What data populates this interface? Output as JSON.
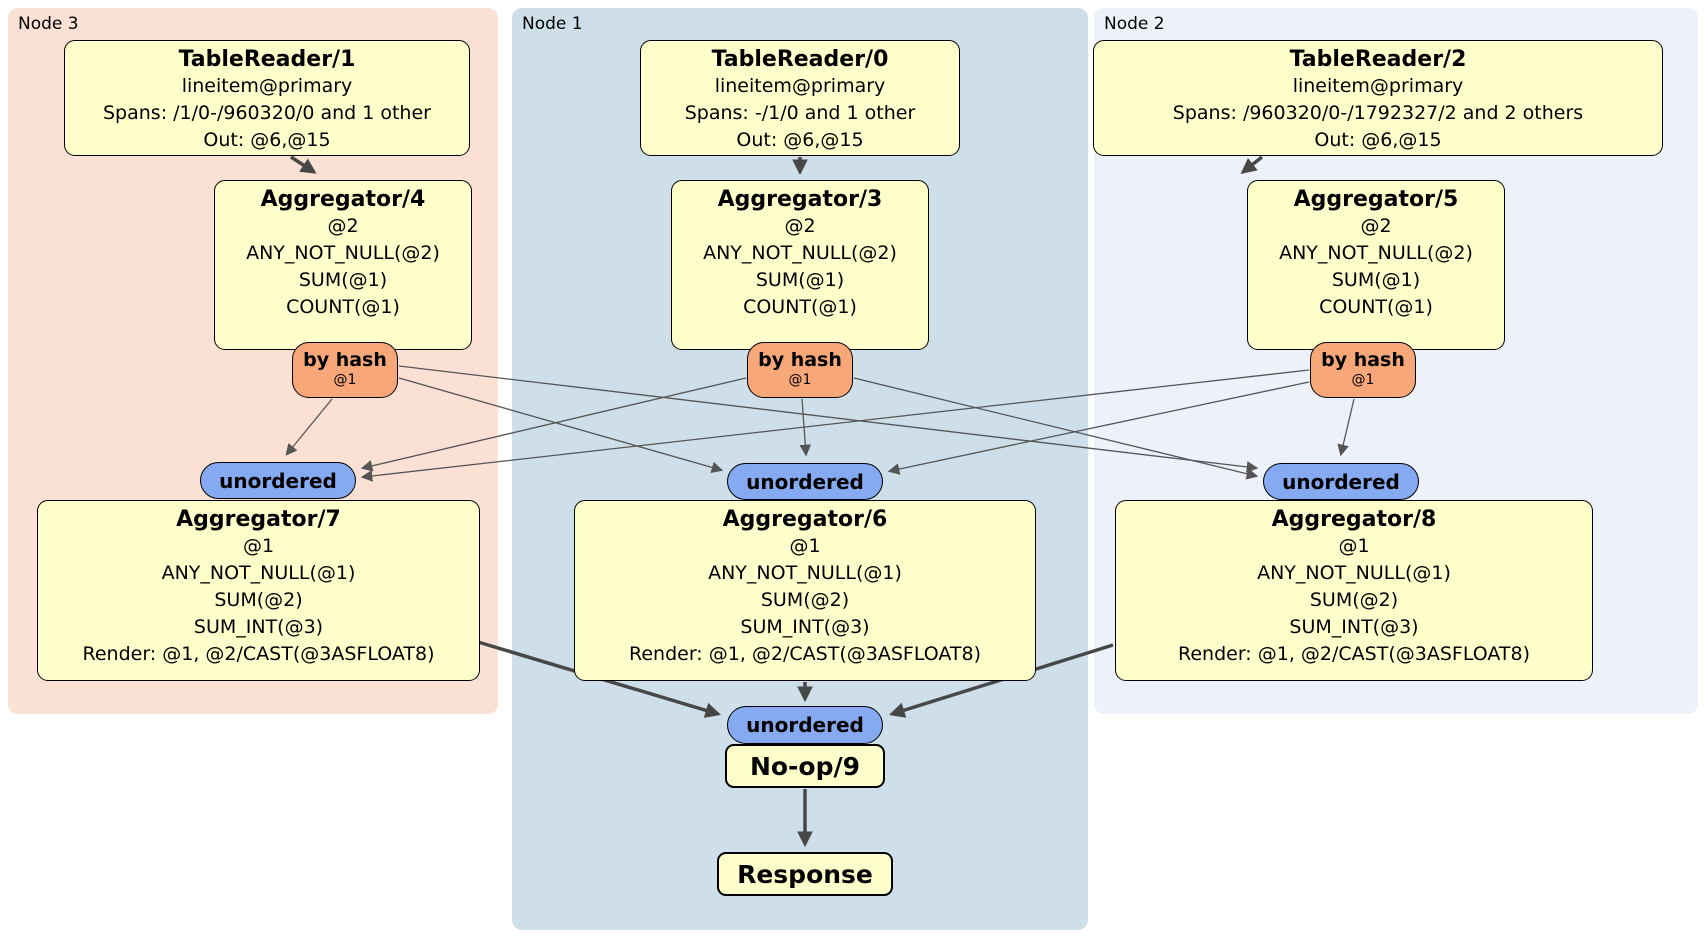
{
  "colors": {
    "node3_bg": "#fbe1d3",
    "node1_bg": "#cfdfe9",
    "node2_bg": "#edf2fa",
    "box_fill": "#ffffcc",
    "router_fill": "#f7a778",
    "sync_fill": "#85aaf2",
    "edge": "#4d4d4d"
  },
  "clusters": {
    "node3": {
      "label": "Node 3"
    },
    "node1": {
      "label": "Node 1"
    },
    "node2": {
      "label": "Node 2"
    }
  },
  "processors": {
    "tr1": {
      "title": "TableReader/1",
      "lines": [
        "lineitem@primary",
        "Spans: /1/0-/960320/0 and 1 other",
        "Out: @6,@15"
      ]
    },
    "tr0": {
      "title": "TableReader/0",
      "lines": [
        "lineitem@primary",
        "Spans: -/1/0 and 1 other",
        "Out: @6,@15"
      ]
    },
    "tr2": {
      "title": "TableReader/2",
      "lines": [
        "lineitem@primary",
        "Spans: /960320/0-/1792327/2 and 2 others",
        "Out: @6,@15"
      ]
    },
    "agg4": {
      "title": "Aggregator/4",
      "lines": [
        "@2",
        "ANY_NOT_NULL(@2)",
        "SUM(@1)",
        "COUNT(@1)"
      ]
    },
    "agg3": {
      "title": "Aggregator/3",
      "lines": [
        "@2",
        "ANY_NOT_NULL(@2)",
        "SUM(@1)",
        "COUNT(@1)"
      ]
    },
    "agg5": {
      "title": "Aggregator/5",
      "lines": [
        "@2",
        "ANY_NOT_NULL(@2)",
        "SUM(@1)",
        "COUNT(@1)"
      ]
    },
    "agg7": {
      "title": "Aggregator/7",
      "lines": [
        "@1",
        "ANY_NOT_NULL(@1)",
        "SUM(@2)",
        "SUM_INT(@3)",
        "Render: @1, @2/CAST(@3ASFLOAT8)"
      ]
    },
    "agg6": {
      "title": "Aggregator/6",
      "lines": [
        "@1",
        "ANY_NOT_NULL(@1)",
        "SUM(@2)",
        "SUM_INT(@3)",
        "Render: @1, @2/CAST(@3ASFLOAT8)"
      ]
    },
    "agg8": {
      "title": "Aggregator/8",
      "lines": [
        "@1",
        "ANY_NOT_NULL(@1)",
        "SUM(@2)",
        "SUM_INT(@3)",
        "Render: @1, @2/CAST(@3ASFLOAT8)"
      ]
    },
    "noop9": {
      "title": "No-op/9"
    },
    "response": {
      "title": "Response"
    }
  },
  "routers": {
    "hash4": {
      "label": "by hash",
      "detail": "@1"
    },
    "hash3": {
      "label": "by hash",
      "detail": "@1"
    },
    "hash5": {
      "label": "by hash",
      "detail": "@1"
    }
  },
  "syncs": {
    "un7": {
      "label": "unordered"
    },
    "un6": {
      "label": "unordered"
    },
    "un8": {
      "label": "unordered"
    },
    "un9": {
      "label": "unordered"
    }
  }
}
